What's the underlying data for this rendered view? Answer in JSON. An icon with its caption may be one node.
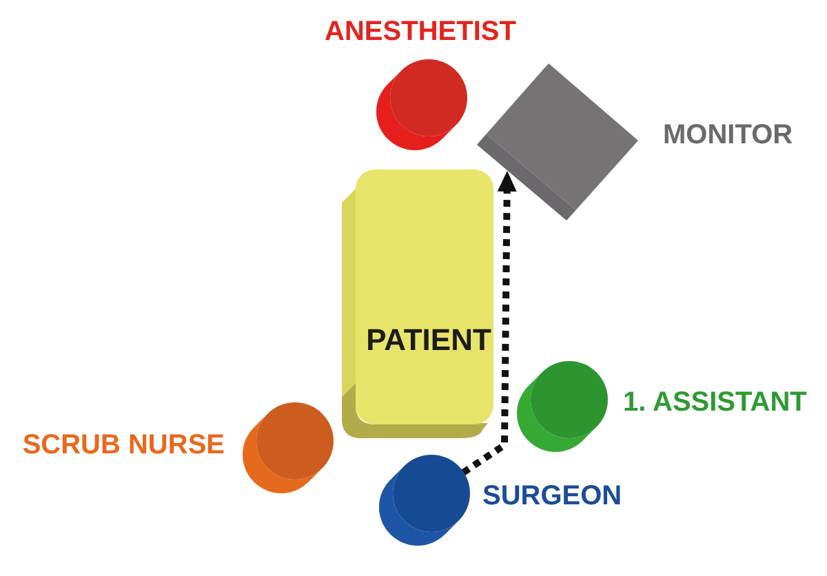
{
  "diagram": {
    "nodes": [
      {
        "text": [
          "ANESTHETIST"
        ]
      },
      {
        "text": [
          "MONITOR"
        ]
      },
      {
        "text": [
          "PATIENT"
        ]
      },
      {
        "text": [
          "1. ASSISTANT"
        ]
      },
      {
        "text": [
          "SCRUB NURSE"
        ]
      },
      {
        "text": [
          "SURGEON"
        ]
      }
    ],
    "edges": [
      {
        "from": 5,
        "to": 1,
        "arrow": "to",
        "style": "dashed"
      }
    ]
  }
}
